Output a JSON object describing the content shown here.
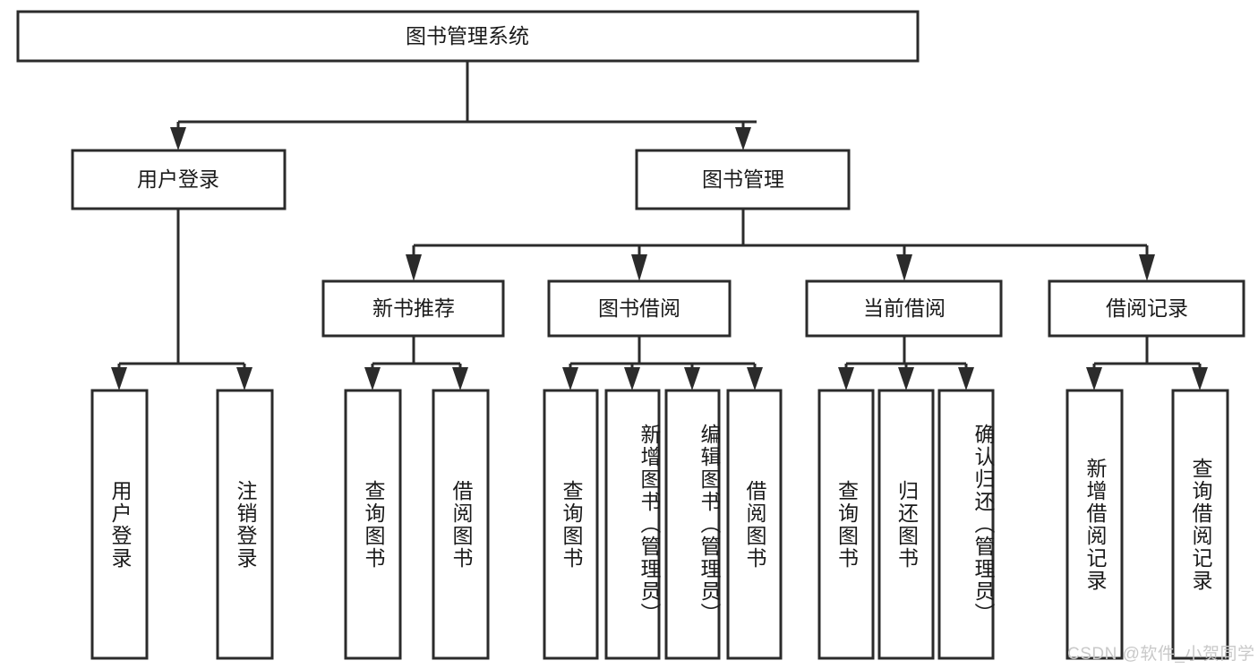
{
  "diagram": {
    "type": "tree",
    "title": "图书管理系统",
    "root": {
      "label": "图书管理系统",
      "level": 0
    },
    "level2": [
      {
        "label": "用户登录"
      },
      {
        "label": "图书管理"
      }
    ],
    "level3": [
      {
        "label": "新书推荐"
      },
      {
        "label": "图书借阅"
      },
      {
        "label": "当前借阅"
      },
      {
        "label": "借阅记录"
      }
    ],
    "leaves": {
      "user_login": [
        {
          "label": "用户登录"
        },
        {
          "label": "注销登录"
        }
      ],
      "new_book_recommend": [
        {
          "label": "查询图书"
        },
        {
          "label": "借阅图书"
        }
      ],
      "book_borrow": [
        {
          "label": "查询图书"
        },
        {
          "label": "新增图书（管理员）"
        },
        {
          "label": "编辑图书（管理员）"
        },
        {
          "label": "借阅图书"
        }
      ],
      "current_borrow": [
        {
          "label": "查询图书"
        },
        {
          "label": "归还图书"
        },
        {
          "label": "确认归还（管理员）"
        }
      ],
      "borrow_record": [
        {
          "label": "新增借阅记录"
        },
        {
          "label": "查询借阅记录"
        }
      ]
    }
  },
  "watermark": {
    "text": "CSDN @软件_小贺同学"
  },
  "colors": {
    "stroke": "#2b2b2b",
    "fill": "#ffffff",
    "text": "#1a1a1a",
    "watermark": "#c9c9c9"
  }
}
